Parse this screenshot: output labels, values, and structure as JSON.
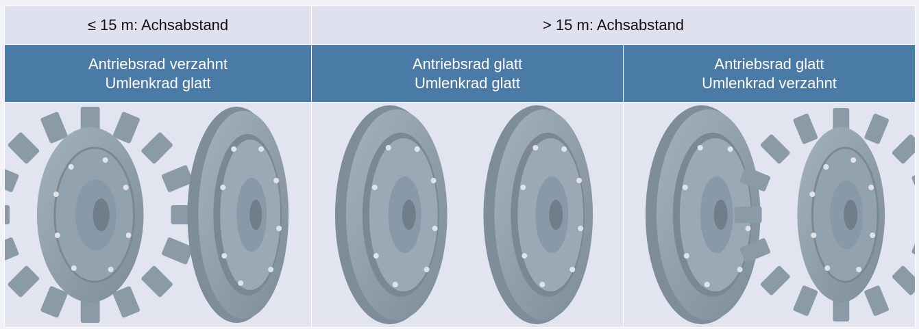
{
  "table": {
    "conditions": [
      {
        "label": "≤ 15 m: Achsabstand",
        "span": 1
      },
      {
        "label": "> 15 m: Achsabstand",
        "span": 2
      }
    ],
    "columns": [
      {
        "line1": "Antriebsrad verzahnt",
        "line2": "Umlenkrad glatt",
        "wheels": [
          "sprocket-icon",
          "smooth-wheel-icon"
        ]
      },
      {
        "line1": "Antriebsrad glatt",
        "line2": "Umlenkrad glatt",
        "wheels": [
          "smooth-wheel-icon",
          "smooth-wheel-icon"
        ]
      },
      {
        "line1": "Antriebsrad glatt",
        "line2": "Umlenkrad verzahnt",
        "wheels": [
          "smooth-wheel-icon",
          "sprocket-icon"
        ]
      }
    ]
  },
  "colors": {
    "header_blue": "#4a7aa6",
    "condition_bg": "#dfe2ee",
    "image_bg": "#e2e5ef",
    "wheel_steel": "#8c9ba7"
  }
}
